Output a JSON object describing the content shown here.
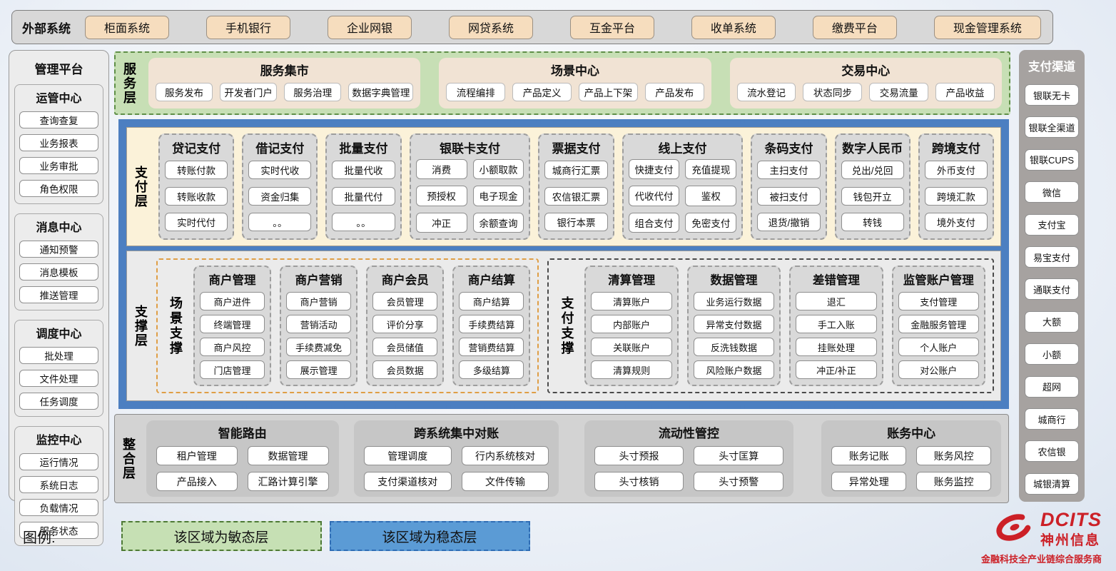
{
  "external_systems": {
    "label": "外部系统",
    "items": [
      "柜面系统",
      "手机银行",
      "企业网银",
      "网贷系统",
      "互金平台",
      "收单系统",
      "缴费平台",
      "现金管理系统"
    ]
  },
  "management_platform": {
    "title": "管理平台",
    "groups": [
      {
        "title": "运管中心",
        "items": [
          "查询查复",
          "业务报表",
          "业务审批",
          "角色权限"
        ]
      },
      {
        "title": "消息中心",
        "items": [
          "通知预警",
          "消息模板",
          "推送管理"
        ]
      },
      {
        "title": "调度中心",
        "items": [
          "批处理",
          "文件处理",
          "任务调度"
        ]
      },
      {
        "title": "监控中心",
        "items": [
          "运行情况",
          "系统日志",
          "负载情况",
          "服务状态"
        ]
      }
    ]
  },
  "service_layer": {
    "label": "服务层",
    "sections": [
      {
        "title": "服务集市",
        "items": [
          "服务发布",
          "开发者门户",
          "服务治理",
          "数据字典管理"
        ]
      },
      {
        "title": "场景中心",
        "items": [
          "流程编排",
          "产品定义",
          "产品上下架",
          "产品发布"
        ]
      },
      {
        "title": "交易中心",
        "items": [
          "流水登记",
          "状态同步",
          "交易流量",
          "产品收益"
        ]
      }
    ]
  },
  "payment_layer": {
    "label": "支付层",
    "columns": [
      {
        "title": "贷记支付",
        "cols": 1,
        "items": [
          "转账付款",
          "转账收款",
          "实时代付"
        ]
      },
      {
        "title": "借记支付",
        "cols": 1,
        "items": [
          "实时代收",
          "资金归集",
          "。。"
        ]
      },
      {
        "title": "批量支付",
        "cols": 1,
        "items": [
          "批量代收",
          "批量代付",
          "。。"
        ]
      },
      {
        "title": "银联卡支付",
        "cols": 2,
        "items": [
          "消费",
          "小额取款",
          "预授权",
          "电子现金",
          "冲正",
          "余额查询"
        ]
      },
      {
        "title": "票据支付",
        "cols": 1,
        "items": [
          "城商行汇票",
          "农信银汇票",
          "银行本票"
        ]
      },
      {
        "title": "线上支付",
        "cols": 2,
        "items": [
          "快捷支付",
          "充值提现",
          "代收代付",
          "鉴权",
          "组合支付",
          "免密支付"
        ]
      },
      {
        "title": "条码支付",
        "cols": 1,
        "items": [
          "主扫支付",
          "被扫支付",
          "退货/撤销"
        ]
      },
      {
        "title": "数字人民币",
        "cols": 1,
        "items": [
          "兑出/兑回",
          "钱包开立",
          "转钱"
        ]
      },
      {
        "title": "跨境支付",
        "cols": 1,
        "items": [
          "外币支付",
          "跨境汇款",
          "境外支付"
        ]
      }
    ]
  },
  "support_layer": {
    "label": "支撑层",
    "groups": [
      {
        "label": "场景支撑",
        "style": "scene",
        "columns": [
          {
            "title": "商户管理",
            "items": [
              "商户进件",
              "终端管理",
              "商户风控",
              "门店管理"
            ]
          },
          {
            "title": "商户营销",
            "items": [
              "商户营销",
              "营销活动",
              "手续费减免",
              "展示管理"
            ]
          },
          {
            "title": "商户会员",
            "items": [
              "会员管理",
              "评价分享",
              "会员储值",
              "会员数据"
            ]
          },
          {
            "title": "商户结算",
            "items": [
              "商户结算",
              "手续费结算",
              "营销费结算",
              "多级结算"
            ]
          }
        ]
      },
      {
        "label": "支付支撑",
        "style": "pay",
        "columns": [
          {
            "title": "清算管理",
            "items": [
              "清算账户",
              "内部账户",
              "关联账户",
              "清算规则"
            ]
          },
          {
            "title": "数据管理",
            "items": [
              "业务运行数据",
              "异常支付数据",
              "反洗钱数据",
              "风险账户数据"
            ]
          },
          {
            "title": "差错管理",
            "items": [
              "退汇",
              "手工入账",
              "挂账处理",
              "冲正/补正"
            ]
          },
          {
            "title": "监管账户管理",
            "items": [
              "支付管理",
              "金融服务管理",
              "个人账户",
              "对公账户"
            ]
          }
        ]
      }
    ]
  },
  "integration_layer": {
    "label": "整合层",
    "sections": [
      {
        "title": "智能路由",
        "items": [
          "租户管理",
          "数据管理",
          "产品接入",
          "汇路计算引擎"
        ]
      },
      {
        "title": "跨系统集中对账",
        "items": [
          "管理调度",
          "行内系统核对",
          "支付渠道核对",
          "文件传输"
        ]
      },
      {
        "title": "流动性管控",
        "items": [
          "头寸预报",
          "头寸匡算",
          "头寸核销",
          "头寸预警"
        ]
      },
      {
        "title": "账务中心",
        "items": [
          "账务记账",
          "账务风控",
          "异常处理",
          "账务监控"
        ]
      }
    ]
  },
  "payment_channels": {
    "title": "支付渠道",
    "items": [
      "银联无卡",
      "银联全渠道",
      "银联CUPS",
      "微信",
      "支付宝",
      "易宝支付",
      "通联支付",
      "大额",
      "小额",
      "超网",
      "城商行",
      "农信银",
      "城银清算"
    ]
  },
  "legend": {
    "label": "图例:",
    "agile": "该区域为敏态层",
    "stable": "该区域为稳态层"
  },
  "logo": {
    "brand": "DCITS",
    "name": "神州信息",
    "tagline": "金融科技全产业链综合服务商"
  },
  "colors": {
    "agile_green": "#c6e0b4",
    "stable_blue": "#5b9bd5",
    "brand_red": "#cc2027",
    "panel_gray": "#d9d9d9",
    "chip_tan": "#f6ddbe",
    "payment_cream": "#fbf2d9"
  }
}
